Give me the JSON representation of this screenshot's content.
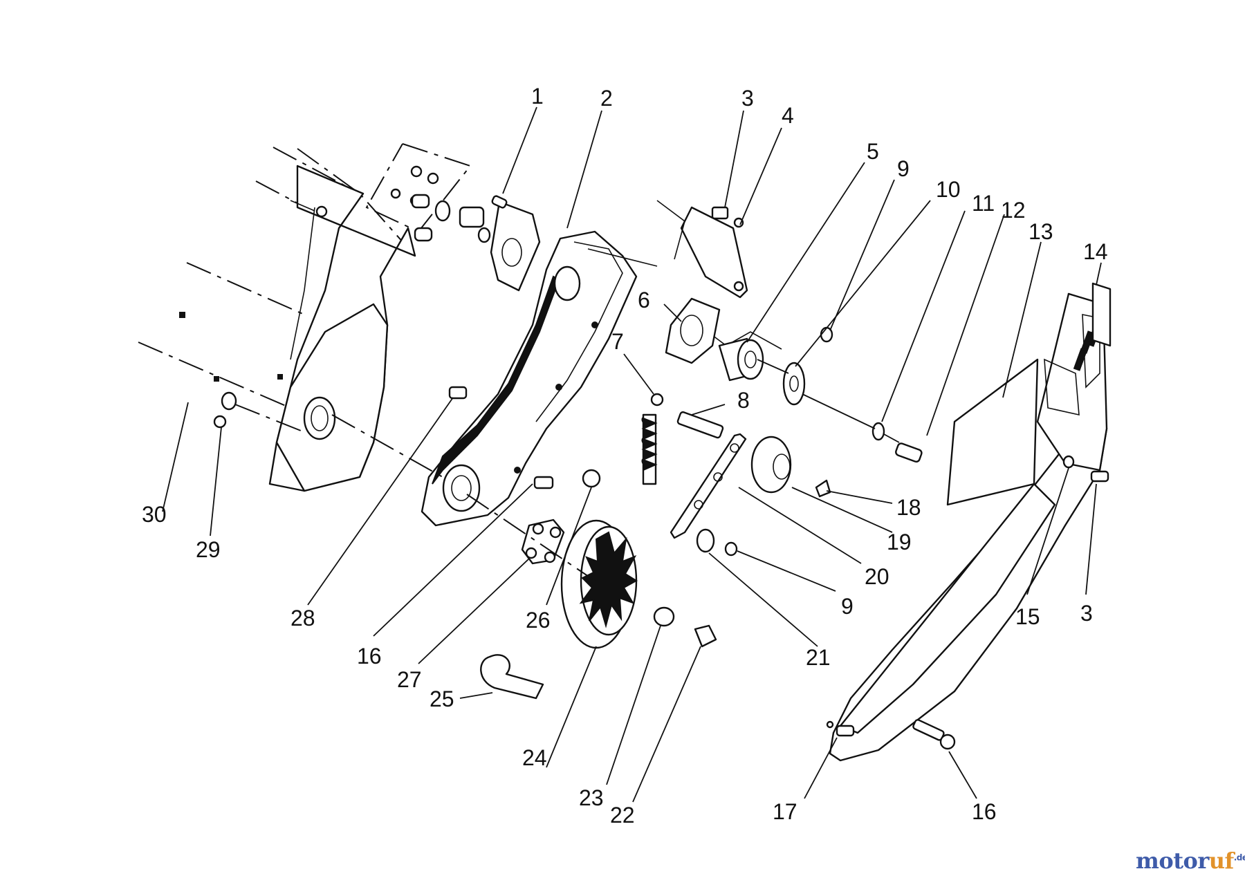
{
  "callouts": [
    {
      "label": "1"
    },
    {
      "label": "2"
    },
    {
      "label": "3"
    },
    {
      "label": "4"
    },
    {
      "label": "5"
    },
    {
      "label": "9"
    },
    {
      "label": "10"
    },
    {
      "label": "11"
    },
    {
      "label": "12"
    },
    {
      "label": "13"
    },
    {
      "label": "14"
    },
    {
      "label": "6"
    },
    {
      "label": "7"
    },
    {
      "label": "8"
    },
    {
      "label": "18"
    },
    {
      "label": "19"
    },
    {
      "label": "20"
    },
    {
      "label": "9"
    },
    {
      "label": "21"
    },
    {
      "label": "15"
    },
    {
      "label": "3"
    },
    {
      "label": "30"
    },
    {
      "label": "29"
    },
    {
      "label": "28"
    },
    {
      "label": "16"
    },
    {
      "label": "27"
    },
    {
      "label": "26"
    },
    {
      "label": "25"
    },
    {
      "label": "24"
    },
    {
      "label": "23"
    },
    {
      "label": "22"
    },
    {
      "label": "17"
    },
    {
      "label": "16"
    }
  ],
  "watermark": {
    "part1": "motor",
    "part2": "uf",
    "suffix": ".de"
  }
}
